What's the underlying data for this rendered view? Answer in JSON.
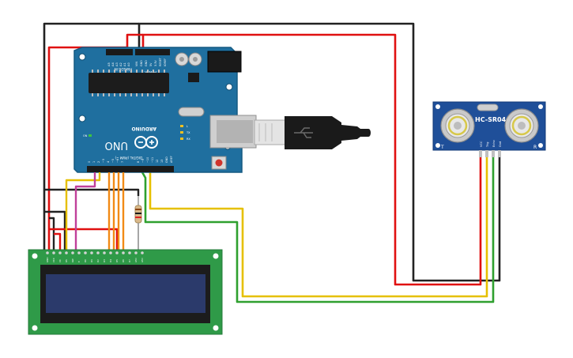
{
  "arduino": {
    "brand": "ARDUINO",
    "model": "UNO",
    "label_power": "POWER",
    "label_analog": "ANALOG IN",
    "label_digital": "DIGITAL (PWM ~)",
    "analog_pins": [
      "A5",
      "A4",
      "A3",
      "A2",
      "A1",
      "A0"
    ],
    "power_pins": [
      "VIN",
      "GND",
      "GND",
      "5V",
      "3.3V",
      "RESET",
      "IOREF"
    ],
    "digital_pins": [
      "0",
      "1",
      "2",
      "~3",
      "4",
      "~5",
      "~6",
      "7",
      "8",
      "~9",
      "~10",
      "~11",
      "12",
      "13",
      "GND",
      "AREF"
    ],
    "leds": [
      "L",
      "TX",
      "RX",
      "ON"
    ]
  },
  "sensor": {
    "title": "HC-SR04",
    "left_mark": "T",
    "right_mark": "R",
    "pins": [
      "VCC",
      "Trig",
      "Echo",
      "Gnd"
    ]
  },
  "lcd": {
    "pins": [
      "GND",
      "VCC",
      "V0",
      "RS",
      "RW",
      "E",
      "D0",
      "D1",
      "D2",
      "D3",
      "D4",
      "D5",
      "D6",
      "D7",
      "LED",
      "LED"
    ]
  },
  "colors": {
    "board": "#1f6f9f",
    "board_dark": "#155a82",
    "wire_red": "#e01010",
    "wire_black": "#222222",
    "wire_yellow": "#e6c000",
    "wire_green": "#2fa02f",
    "wire_orange": "#f28a16",
    "wire_magenta": "#c0409a",
    "lcd_pcb": "#2f9a48",
    "lcd_screen": "#2b3a6b"
  }
}
